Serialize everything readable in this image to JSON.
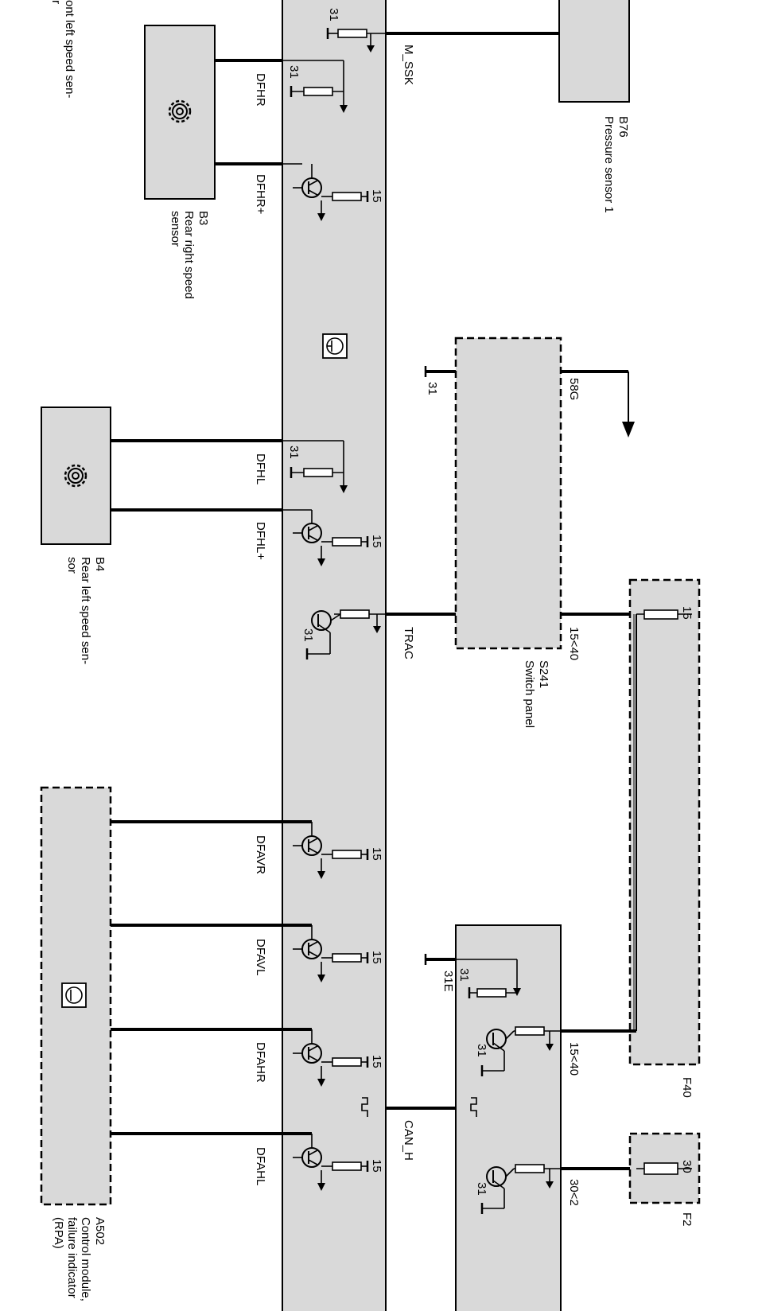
{
  "components": {
    "b76": {
      "id": "B76",
      "name": "Pressure sensor 1"
    },
    "b3": {
      "id": "B3",
      "name": "Rear right speed\nsensor"
    },
    "b4": {
      "id": "B4",
      "name": "Rear left speed sen-\nsor"
    },
    "s241": {
      "id": "S241",
      "name": "Switch panel"
    },
    "f40": {
      "id": "F40"
    },
    "f2": {
      "id": "F2"
    },
    "a502": {
      "id": "A502",
      "name": "Control module,\nfailure indicator\n(RPA)"
    },
    "top_partial": "ont left speed sen-\nr"
  },
  "signals": {
    "m_ssk": "M_SSK",
    "dfhr": "DFHR",
    "dfhr_plus": "DFHR+",
    "dfhl": "DFHL",
    "dfhl_plus": "DFHL+",
    "trac": "TRAC",
    "dfavr": "DFAVR",
    "dfavl": "DFAVL",
    "dfahr": "DFAHR",
    "dfahl": "DFAHL",
    "can_h": "CAN_H",
    "p58g": "58G",
    "p15_40_a": "15<40",
    "p15_40_b": "15<40",
    "p30_2": "30<2",
    "p31e": "31E"
  },
  "terminals": {
    "t31": "31",
    "t15": "15",
    "t30": "30"
  }
}
